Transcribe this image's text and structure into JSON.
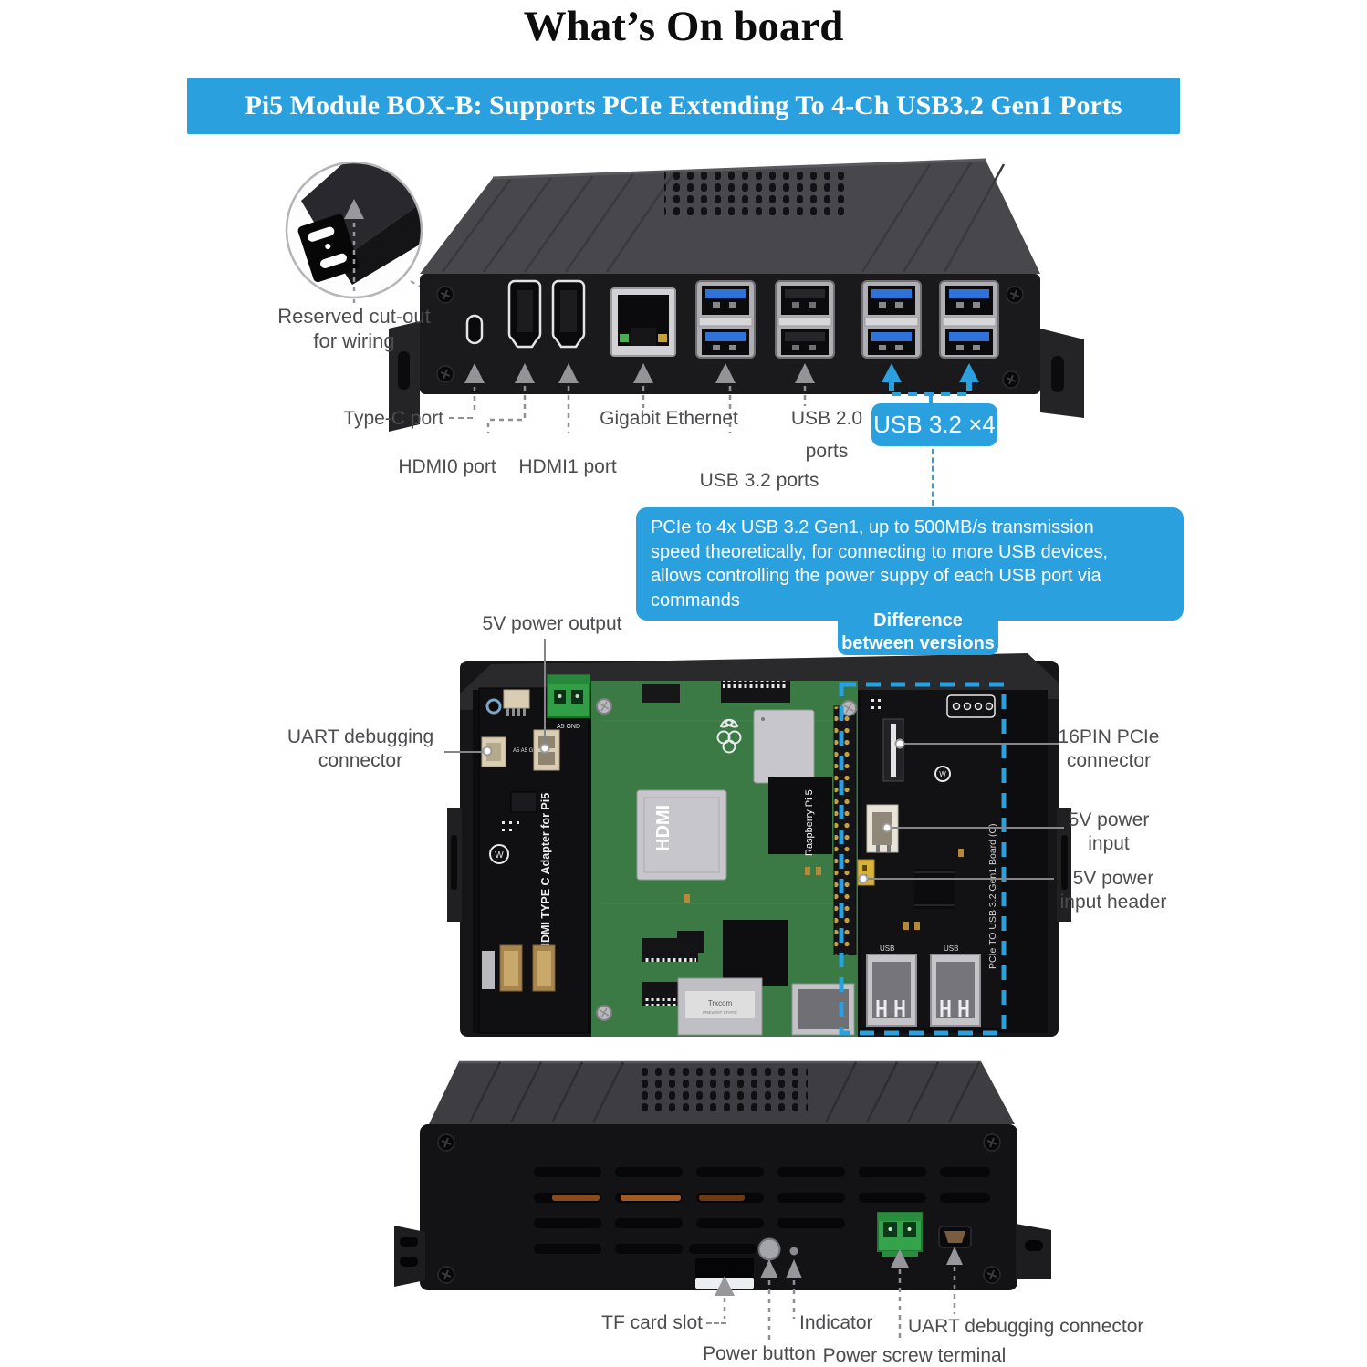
{
  "title": "What’s On board",
  "banner": {
    "text": "Pi5 Module BOX-B: Supports PCIe Extending To 4-Ch USB3.2 Gen1 Ports"
  },
  "colors": {
    "accent_blue": "#2aa0df",
    "label_gray": "#4d4d50"
  },
  "front_view": {
    "inset_caption_1": "Reserved cut-out",
    "inset_caption_2": "for wiring",
    "label_typec": "Type-C port",
    "label_hdmi0": "HDMI0 port",
    "label_hdmi1": "HDMI1 port",
    "label_ethernet": "Gigabit Ethernet",
    "label_usb32": "USB 3.2 ports",
    "label_usb20_1": "USB 2.0",
    "label_usb20_2": "ports",
    "usb_badge": "USB 3.2 ×4",
    "info_lines": [
      "PCIe to 4x USB 3.2 Gen1, up to 500MB/s transmission",
      "speed theoretically, for connecting to more USB devices,",
      "allows controlling the power suppy of each USB port via",
      "commands"
    ]
  },
  "internal_view": {
    "label_5v_output": "5V power output",
    "label_uart_1": "UART debugging",
    "label_uart_2": "connector",
    "badge_line_1": "Difference",
    "badge_line_2": "between versions",
    "label_pcie_1": "16PIN PCIe",
    "label_pcie_2": "connector",
    "label_5vin_1": "5V power",
    "label_5vin_2": "input",
    "label_5vhdr_1": "5V power",
    "label_5vhdr_2": "input header",
    "silk": {
      "left_board": "HDMI TYPE C Adapter for Pi5",
      "hdmi": "HDMI",
      "pi": "Raspberry Pi 5",
      "right_board": "PCIe TO USB 3.2 Gen1 Board (C)",
      "usb": "USB",
      "terminal": "A5 GND",
      "uart_pins": "A5 A5 GND",
      "eth_module": "Trxcom",
      "eth_module2": "PREVENT STATIC"
    }
  },
  "rear_view": {
    "label_tf": "TF card slot",
    "label_indicator": "Indicator",
    "label_power_btn": "Power button",
    "label_power_term": "Power screw terminal",
    "label_uart": "UART debugging connector"
  }
}
